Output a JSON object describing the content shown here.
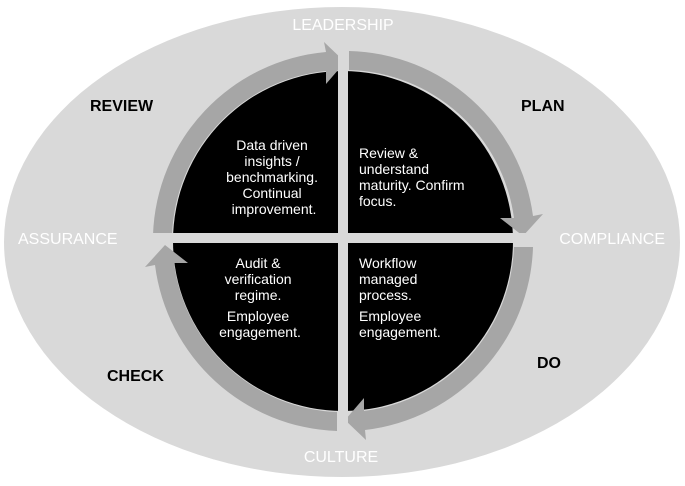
{
  "axes": {
    "top": "LEADERSHIP",
    "left": "ASSURANCE",
    "right": "COMPLIANCE",
    "bottom": "CULTURE"
  },
  "phases": {
    "review": "REVIEW",
    "plan": "PLAN",
    "check": "CHECK",
    "do": "DO"
  },
  "quadrants": {
    "review": [
      "Data driven",
      "insights /",
      "benchmarking.",
      "Continual",
      "improvement."
    ],
    "plan": [
      "Review &",
      "understand",
      "maturity.  Confirm",
      "focus."
    ],
    "check": [
      "Audit &",
      "verification",
      "regime.",
      "Employee",
      "engagement."
    ],
    "do": [
      "Workflow",
      "managed",
      "process.",
      "Employee",
      "engagement."
    ]
  },
  "colors": {
    "outer_ellipse": "#d9d9d9",
    "cycle_arrow": "#a6a6a6",
    "quadrant_fill": "#000000",
    "divider": "#d9d9d9",
    "axis_text": "#ffffff",
    "phase_text": "#000000"
  }
}
